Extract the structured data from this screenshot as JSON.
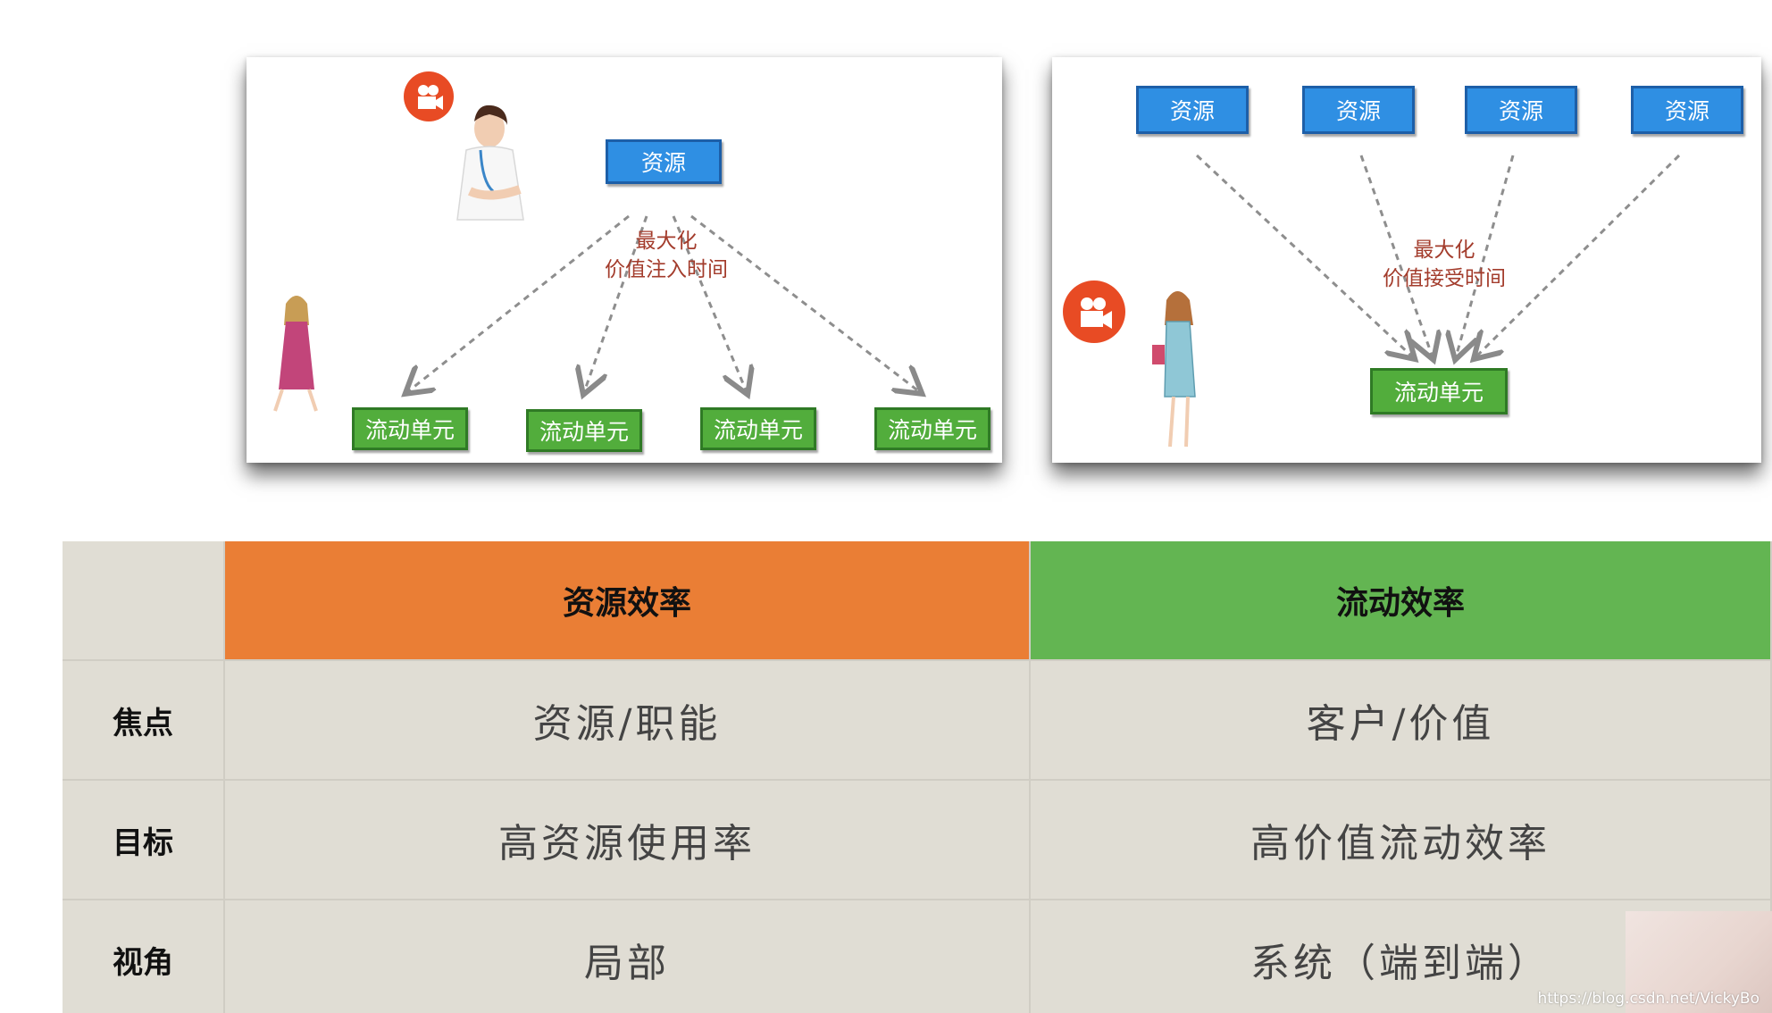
{
  "left_panel": {
    "resource_label": "资源",
    "caption_line1": "最大化",
    "caption_line2": "价值注入时间",
    "flow_units": [
      "流动单元",
      "流动单元",
      "流动单元",
      "流动单元"
    ]
  },
  "right_panel": {
    "resources": [
      "资源",
      "资源",
      "资源",
      "资源"
    ],
    "caption_line1": "最大化",
    "caption_line2": "价值接受时间",
    "flow_unit_label": "流动单元"
  },
  "table": {
    "header_col1": "资源效率",
    "header_col2": "流动效率",
    "rows": [
      {
        "label": "焦点",
        "col1": "资源/职能",
        "col2": "客户/价值"
      },
      {
        "label": "目标",
        "col1": "高资源使用率",
        "col2": "高价值流动效率"
      },
      {
        "label": "视角",
        "col1": "局部",
        "col2": "系统（端到端）"
      }
    ],
    "colors": {
      "header_col1": "#ea7e35",
      "header_col2": "#63b552",
      "body": "#e0ddd4"
    }
  },
  "watermark": "https://blog.csdn.net/VickyBo",
  "icons": [
    "video-camera-icon",
    "doctor-illustration",
    "patient-illustration"
  ]
}
